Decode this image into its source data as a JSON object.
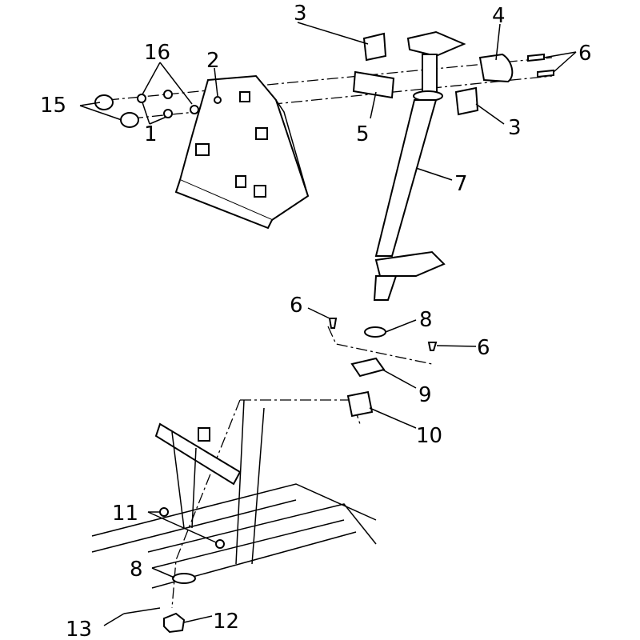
{
  "diagram": {
    "type": "exploded parts diagram",
    "callouts": [
      {
        "id": "c3a",
        "text": "3"
      },
      {
        "id": "c4",
        "text": "4"
      },
      {
        "id": "c6a",
        "text": "6"
      },
      {
        "id": "c16",
        "text": "16"
      },
      {
        "id": "c2",
        "text": "2"
      },
      {
        "id": "c15",
        "text": "15"
      },
      {
        "id": "c1",
        "text": "1"
      },
      {
        "id": "c5",
        "text": "5"
      },
      {
        "id": "c3b",
        "text": "3"
      },
      {
        "id": "c7",
        "text": "7"
      },
      {
        "id": "c6b",
        "text": "6"
      },
      {
        "id": "c8a",
        "text": "8"
      },
      {
        "id": "c6c",
        "text": "6"
      },
      {
        "id": "c9",
        "text": "9"
      },
      {
        "id": "c10",
        "text": "10"
      },
      {
        "id": "c11",
        "text": "11"
      },
      {
        "id": "c8b",
        "text": "8"
      },
      {
        "id": "c12",
        "text": "12"
      },
      {
        "id": "c13",
        "text": "13"
      }
    ]
  }
}
